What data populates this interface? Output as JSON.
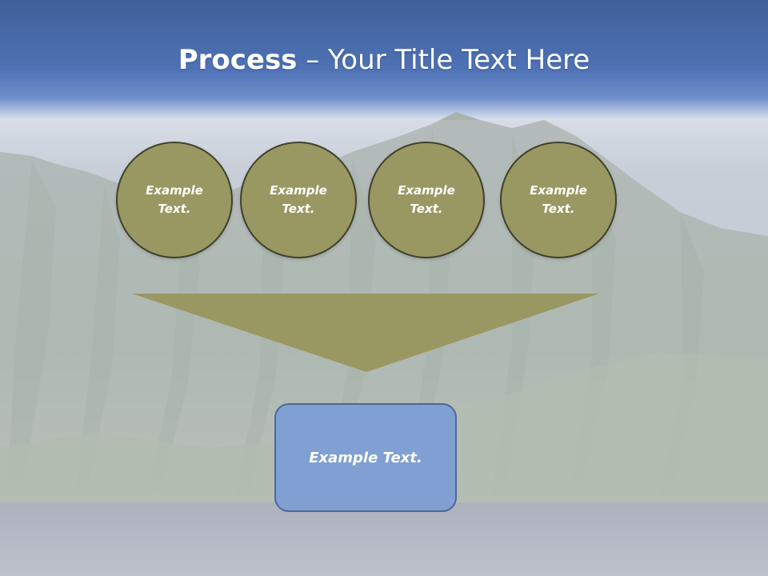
{
  "slide": {
    "title_bold": "Process",
    "title_rest": " – Your Title Text Here",
    "circles": [
      {
        "line1": "Example",
        "line2": "Text."
      },
      {
        "line1": "Example",
        "line2": "Text."
      },
      {
        "line1": "Example",
        "line2": "Text."
      },
      {
        "line1": "Example",
        "line2": "Text."
      }
    ],
    "result_text": "Example Text."
  },
  "colors": {
    "header_blue": "#4f74b8",
    "circle_fill": "#999863",
    "circle_border": "#3f412a",
    "funnel_fill": "#999863",
    "box_fill": "#809fd3",
    "box_border": "#4f6796"
  }
}
